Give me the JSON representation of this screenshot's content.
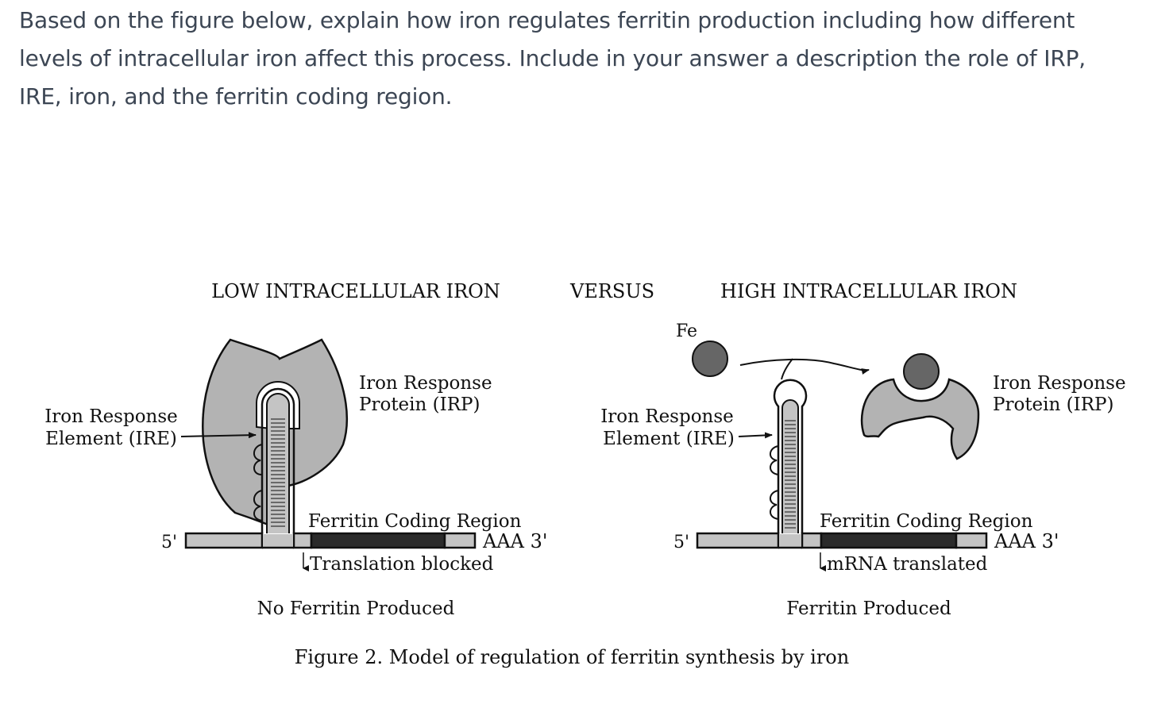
{
  "question": {
    "text": "Based on the figure below, explain how iron regulates ferritin production including how different levels of intracellular iron affect this process. Include in your answer a description the role of IRP, IRE, iron, and the ferritin coding region."
  },
  "figure": {
    "headings": {
      "low": "LOW INTRACELLULAR IRON",
      "versus": "VERSUS",
      "high": "HIGH INTRACELLULAR IRON"
    },
    "left_panel": {
      "ire_label_line1": "Iron Response",
      "ire_label_line2": "Element (IRE)",
      "irp_label_line1": "Iron Response",
      "irp_label_line2": "Protein (IRP)",
      "five_prime": "5'",
      "coding_region": "Ferritin Coding Region",
      "poly_a": "AAA  3'",
      "translation_status": "Translation blocked",
      "outcome": "No Ferritin Produced"
    },
    "right_panel": {
      "fe_label": "Fe",
      "ire_label_line1": "Iron Response",
      "ire_label_line2": "Element (IRE)",
      "irp_label_line1": "Iron Response",
      "irp_label_line2": "Protein (IRP)",
      "five_prime": "5'",
      "coding_region": "Ferritin Coding Region",
      "poly_a": "AAA  3'",
      "translation_status": "mRNA translated",
      "outcome": "Ferritin Produced"
    },
    "caption": "Figure 2. Model of regulation of ferritin synthesis by iron",
    "colors": {
      "protein_fill": "#b3b3b3",
      "iron_fill": "#666666",
      "coding_fill": "#2b2b2b",
      "mrna_fill": "#c4c4c4"
    }
  }
}
